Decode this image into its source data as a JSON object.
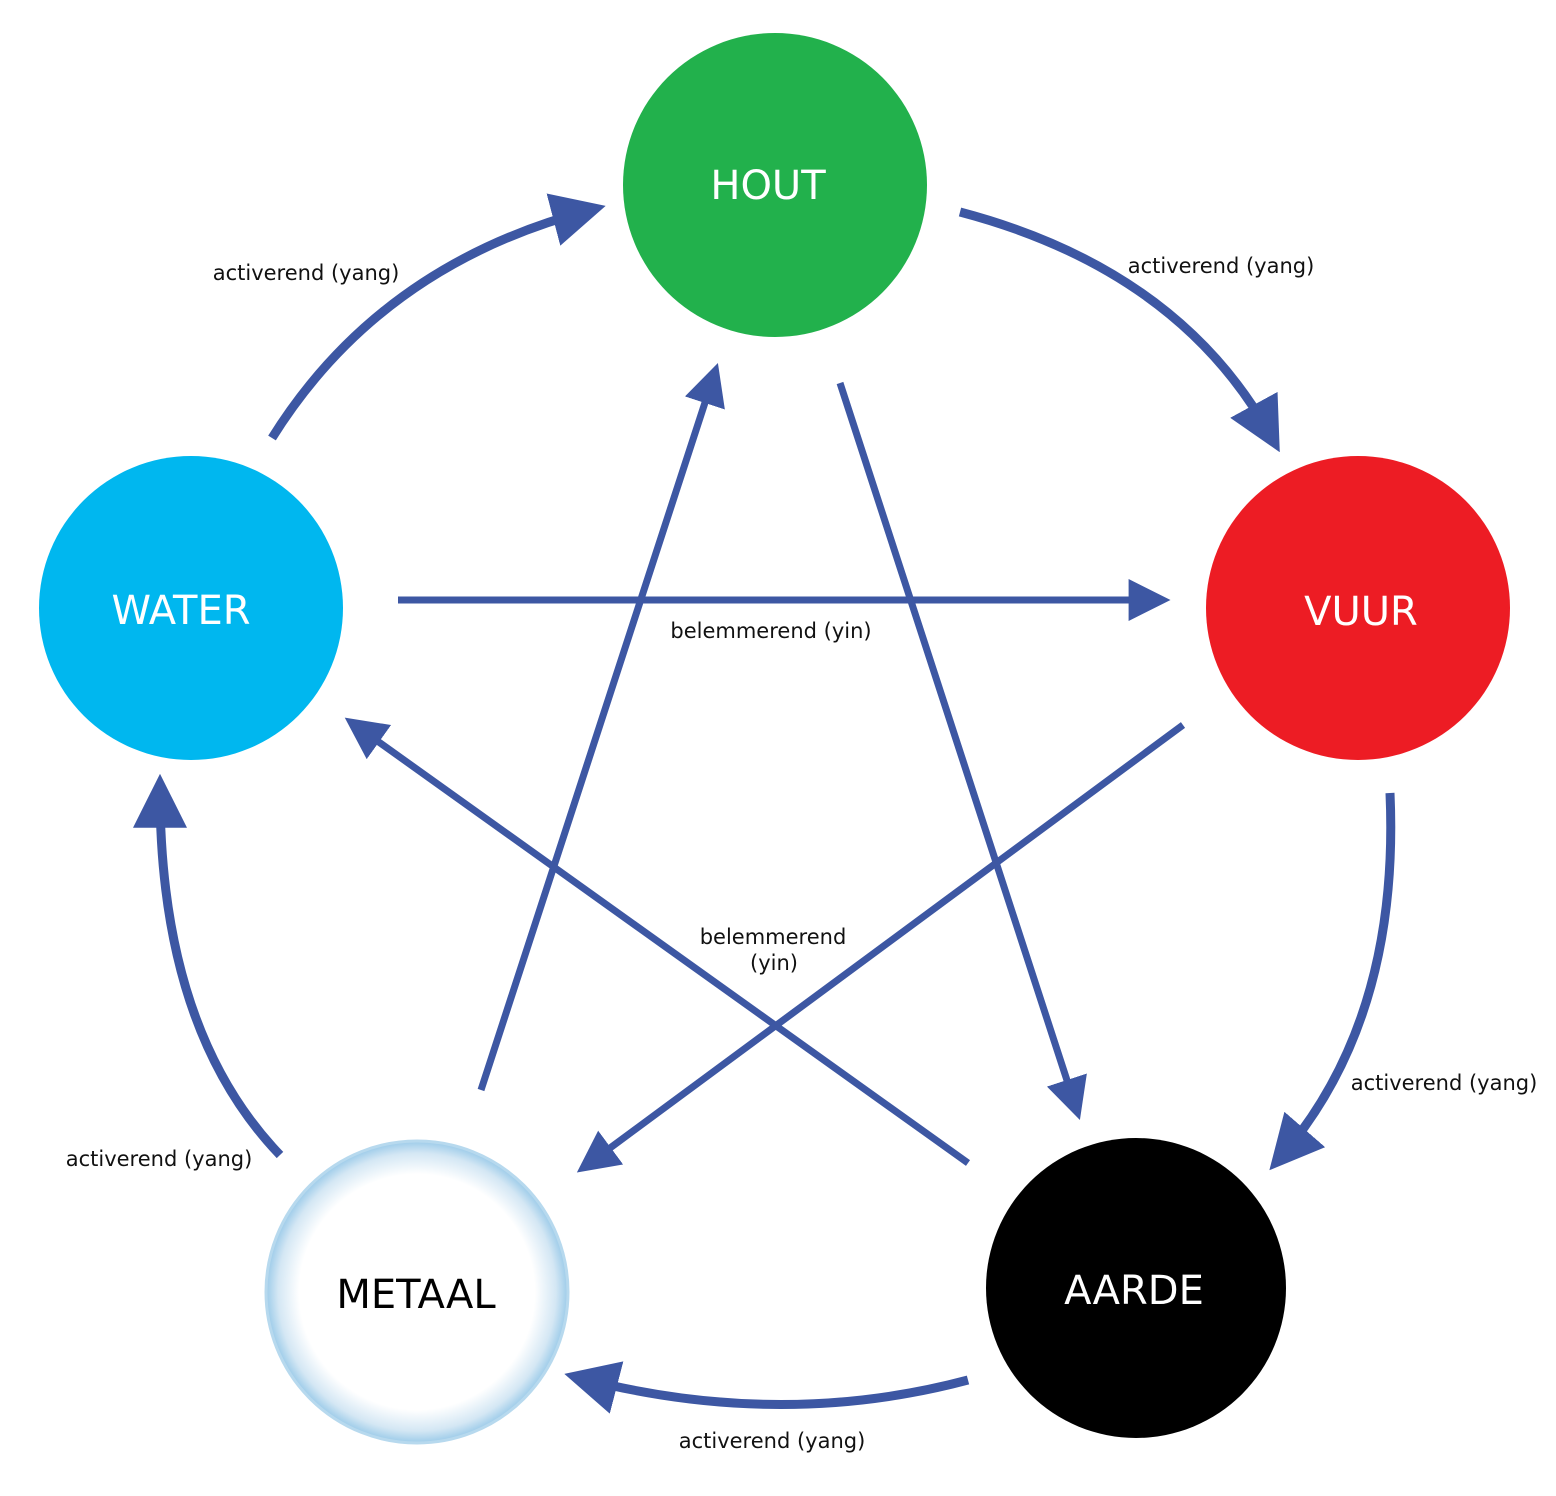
{
  "colors": {
    "arrow": "#3d57a3",
    "hout": "#22b14c",
    "vuur": "#ed1c24",
    "water": "#00b7ef",
    "aarde": "#000000",
    "metaal_ring": "#9ccbe9",
    "light_text": "#ffffff",
    "dark_text": "#000000"
  },
  "nodes": {
    "hout": "HOUT",
    "vuur": "VUUR",
    "aarde": "AARDE",
    "metaal": "METAAL",
    "water": "WATER"
  },
  "labels": {
    "water_hout": "activerend (yang)",
    "hout_vuur": "activerend (yang)",
    "vuur_aarde": "activerend (yang)",
    "aarde_metaal": "activerend (yang)",
    "metaal_water": "activerend (yang)",
    "water_vuur": "belemmerend (yin)",
    "center_line1": "belemmerend",
    "center_line2": "(yin)"
  }
}
